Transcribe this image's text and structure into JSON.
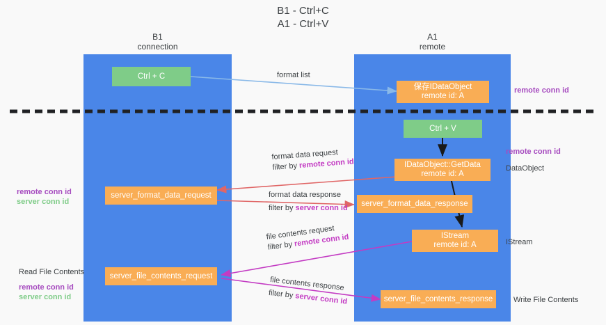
{
  "title": {
    "line1": "B1 - Ctrl+C",
    "line2": "A1 - Ctrl+V"
  },
  "lanes": [
    {
      "id": "b1",
      "name": "B1",
      "subtitle": "connection",
      "color": "#4a86e8"
    },
    {
      "id": "a1",
      "name": "A1",
      "subtitle": "remote",
      "color": "#4a86e8"
    }
  ],
  "nodes": [
    {
      "id": "ctrl-c",
      "line1": "Ctrl + C",
      "line2": "",
      "color": "#7fcc88"
    },
    {
      "id": "ctrl-v",
      "line1": "Ctrl + V",
      "line2": "",
      "color": "#7fcc88"
    },
    {
      "id": "idataobject",
      "line1": "保存IDataObject",
      "line2": "remote id: A",
      "color": "#f9ad55"
    },
    {
      "id": "idataobject-getdata",
      "line1": "IDataObject::GetData",
      "line2": "remote id: A",
      "color": "#f9ad55"
    },
    {
      "id": "server-format-data-request",
      "line1": "server_format_data_request",
      "line2": "",
      "color": "#f9ad55"
    },
    {
      "id": "server-format-data-response",
      "line1": "server_format_data_response",
      "line2": "",
      "color": "#f9ad55"
    },
    {
      "id": "istream",
      "line1": "IStream",
      "line2": "remote id: A",
      "color": "#f9ad55"
    },
    {
      "id": "server-file-contents-request",
      "line1": "server_file_contents_request",
      "line2": "",
      "color": "#f9ad55"
    },
    {
      "id": "server-file-contents-response",
      "line1": "server_file_contents_response",
      "line2": "",
      "color": "#f9ad55"
    }
  ],
  "edges": [
    {
      "id": "format-list",
      "label_line1": "format list",
      "label_line2": "",
      "color": "#8ab9e8"
    },
    {
      "id": "format-data-request",
      "label_line1": "format data request",
      "label_line2_prefix": "filter by ",
      "label_line2_hi": "remote conn id",
      "color": "#e06666"
    },
    {
      "id": "format-data-response",
      "label_line1": "format data response",
      "label_line2_prefix": "filter by ",
      "label_line2_hi": "server conn id",
      "color": "#e06666"
    },
    {
      "id": "file-contents-request",
      "label_line1": "file contents request",
      "label_line2_prefix": "filter by ",
      "label_line2_hi": "remote conn id",
      "color": "#c33bc3"
    },
    {
      "id": "file-contents-response",
      "label_line1": "file contents response",
      "label_line2_prefix": "filter by ",
      "label_line2_hi": "server conn id",
      "color": "#c33bc3"
    }
  ],
  "annotations": {
    "right_top": {
      "purple": "remote conn id"
    },
    "right_middle": {
      "purple": "remote conn id",
      "plain": "DataObject"
    },
    "right_istream": {
      "plain": "IStream"
    },
    "right_write": {
      "plain": "Write File Contents"
    },
    "left_format": {
      "purple": "remote conn id",
      "green": "server conn id"
    },
    "left_file": {
      "plain": "Read File Contents",
      "purple": "remote conn id",
      "green": "server conn id"
    }
  },
  "colors": {
    "lane": "#4a86e8",
    "green_node": "#7fcc88",
    "orange_node": "#f9ad55",
    "purple_text": "#a64bbf",
    "magenta_text": "#c33bc3",
    "red_arrow": "#e06666",
    "blue_arrow": "#8ab9e8",
    "magenta_arrow": "#c33bc3",
    "divider": "#202124",
    "background": "#f9f9f9"
  }
}
